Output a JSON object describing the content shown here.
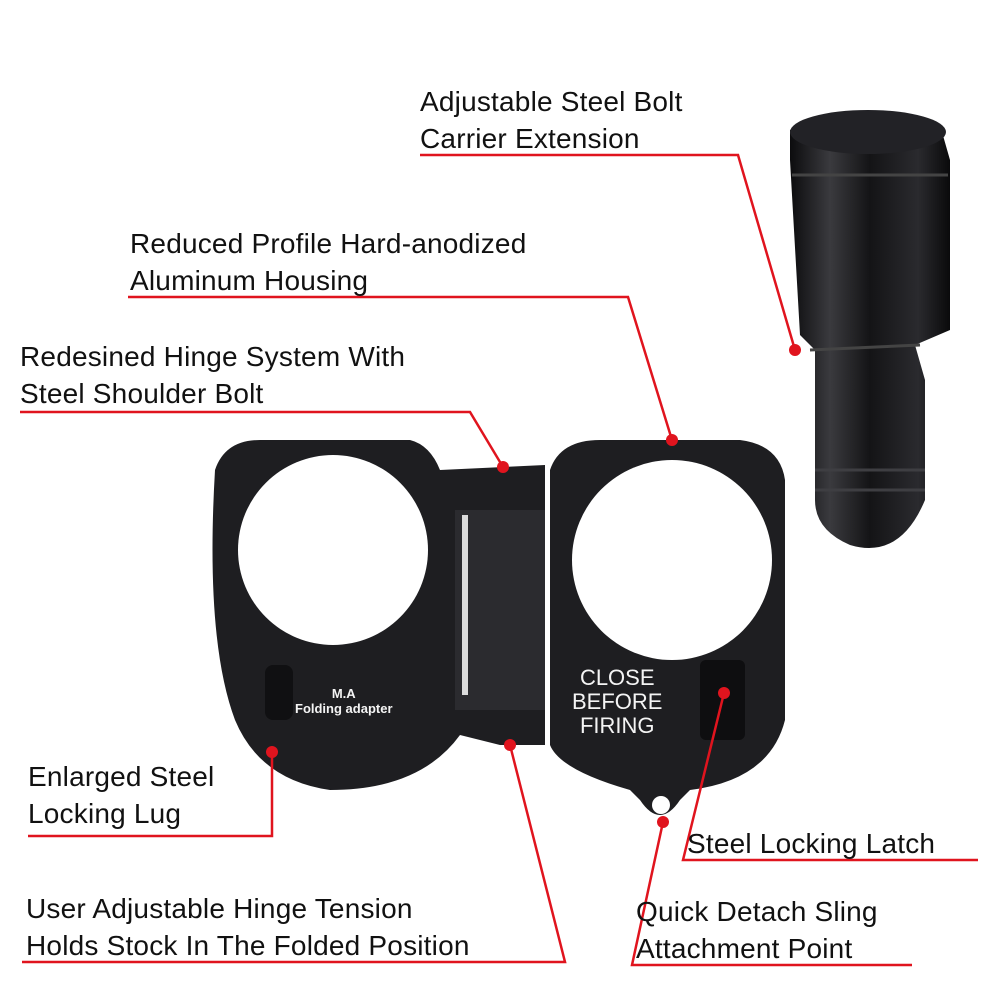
{
  "callouts": {
    "bolt": [
      "Adjustable Steel Bolt",
      "Carrier Extension"
    ],
    "housing": [
      "Reduced Profile Hard-anodized",
      "Aluminum Housing"
    ],
    "hinge": [
      "Redesined Hinge System With",
      "Steel Shoulder Bolt"
    ],
    "lug": [
      "Enlarged Steel",
      "Locking Lug"
    ],
    "tension": [
      "User Adjustable Hinge Tension",
      "Holds Stock In The Folded Position"
    ],
    "latch": [
      "Steel Locking Latch"
    ],
    "sling": [
      "Quick Detach Sling",
      "Attachment Point"
    ]
  },
  "engraving": {
    "left_line1": "M.A",
    "left_line2": "Folding adapter",
    "right": [
      "CLOSE",
      "BEFORE",
      "FIRING"
    ]
  },
  "colors": {
    "leader": "#e0141e",
    "product": "#1c1c1e",
    "text": "#111111"
  }
}
